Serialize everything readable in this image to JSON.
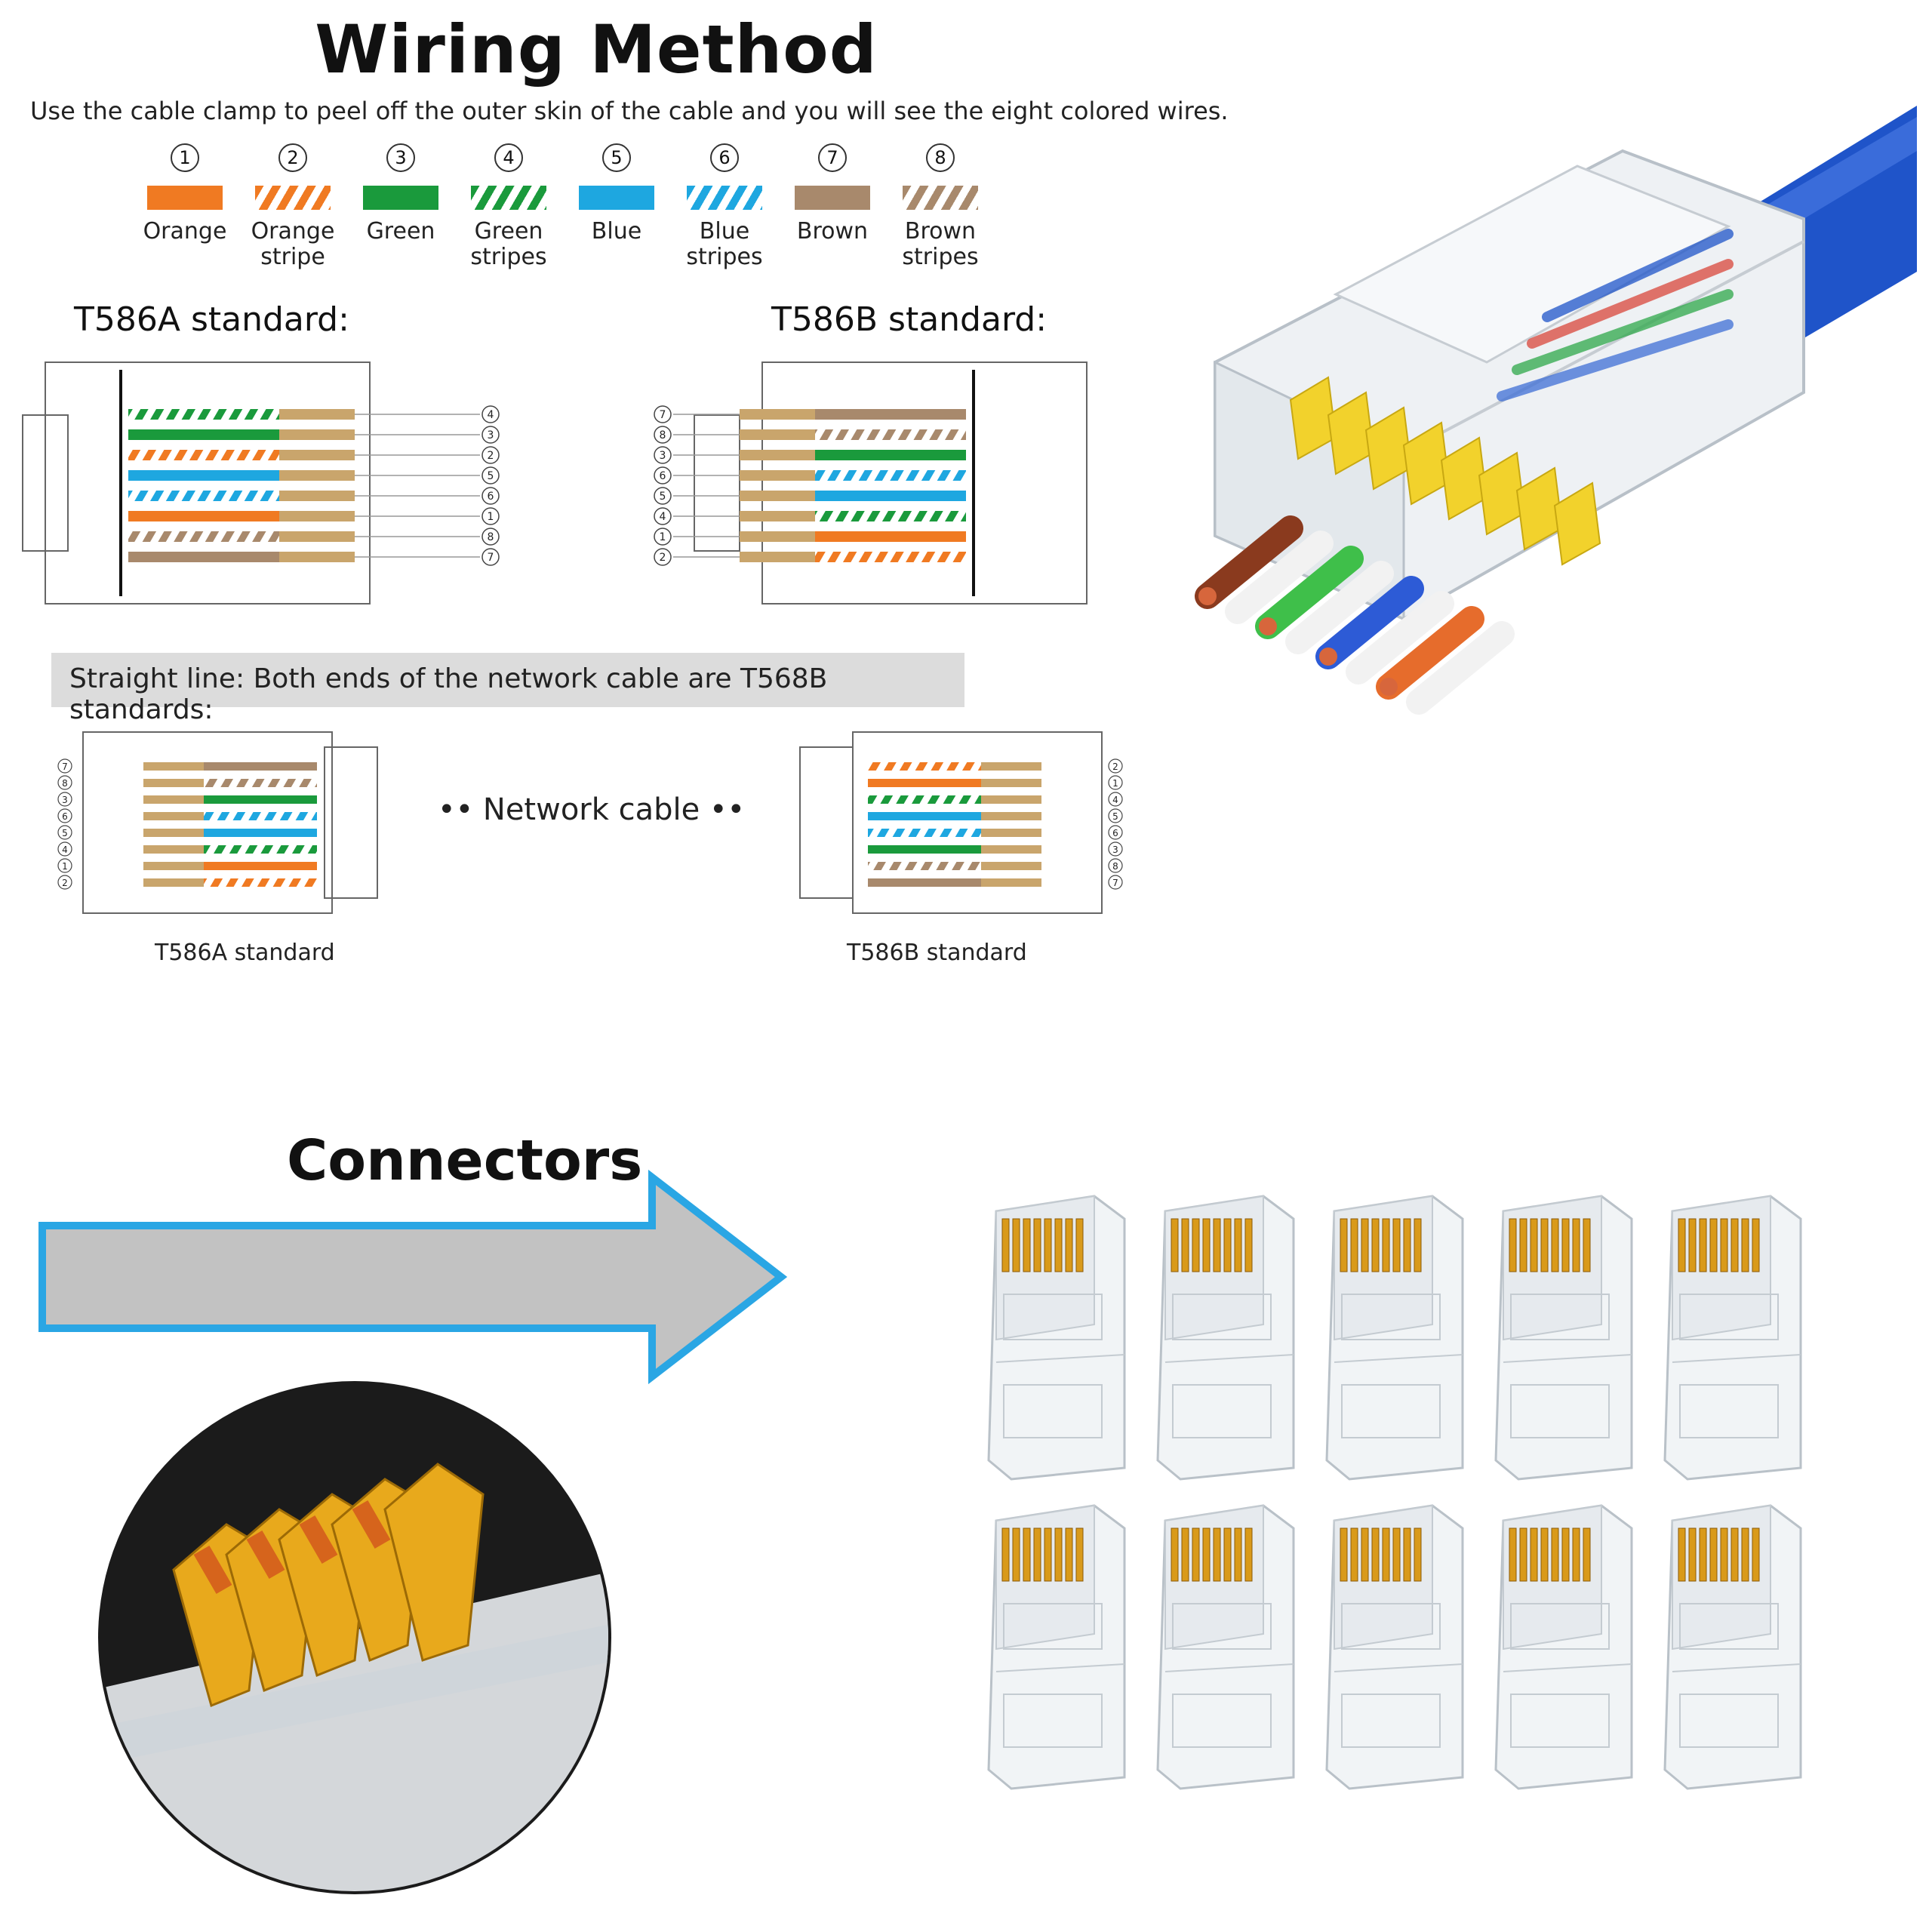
{
  "header": {
    "title": "Wiring Method",
    "subtitle": "Use the cable clamp to peel off the outer skin of the cable and you will see the eight colored wires."
  },
  "legend": [
    {
      "num": "1",
      "label": "Orange",
      "color": "#f07a22",
      "striped": false
    },
    {
      "num": "2",
      "label": "Orange stripe",
      "color": "#f07a22",
      "striped": true
    },
    {
      "num": "3",
      "label": "Green",
      "color": "#1a9a3c",
      "striped": false
    },
    {
      "num": "4",
      "label": "Green stripes",
      "color": "#1a9a3c",
      "striped": true
    },
    {
      "num": "5",
      "label": "Blue",
      "color": "#1ea7e0",
      "striped": false
    },
    {
      "num": "6",
      "label": "Blue stripes",
      "color": "#1ea7e0",
      "striped": true
    },
    {
      "num": "7",
      "label": "Brown",
      "color": "#a8896c",
      "striped": false
    },
    {
      "num": "8",
      "label": "Brown stripes",
      "color": "#a8896c",
      "striped": true
    }
  ],
  "standards": {
    "a_heading": "T586A standard:",
    "b_heading": "T586B standard:",
    "a_order": [
      "4",
      "3",
      "2",
      "5",
      "6",
      "1",
      "8",
      "7"
    ],
    "b_order": [
      "7",
      "8",
      "3",
      "6",
      "5",
      "4",
      "1",
      "2"
    ],
    "a_small_order": [
      "7",
      "8",
      "3",
      "6",
      "5",
      "4",
      "1",
      "2"
    ],
    "b_small_order": [
      "2",
      "1",
      "4",
      "5",
      "6",
      "3",
      "8",
      "7"
    ]
  },
  "straight": {
    "banner": "Straight line: Both ends of the network cable are T568B standards:",
    "left_label": "T586A standard",
    "right_label": "T586B standard",
    "middle": "•• Network cable ••"
  },
  "connectors": {
    "label": "Connectors",
    "arrow_fill": "#c2c2c2",
    "arrow_stroke": "#2aa6e4",
    "count": 10
  },
  "colors": {
    "cable_blue": "#1f54c9",
    "contact_yellow": "#f2d22c",
    "contact_gold": "#d99a1a"
  }
}
